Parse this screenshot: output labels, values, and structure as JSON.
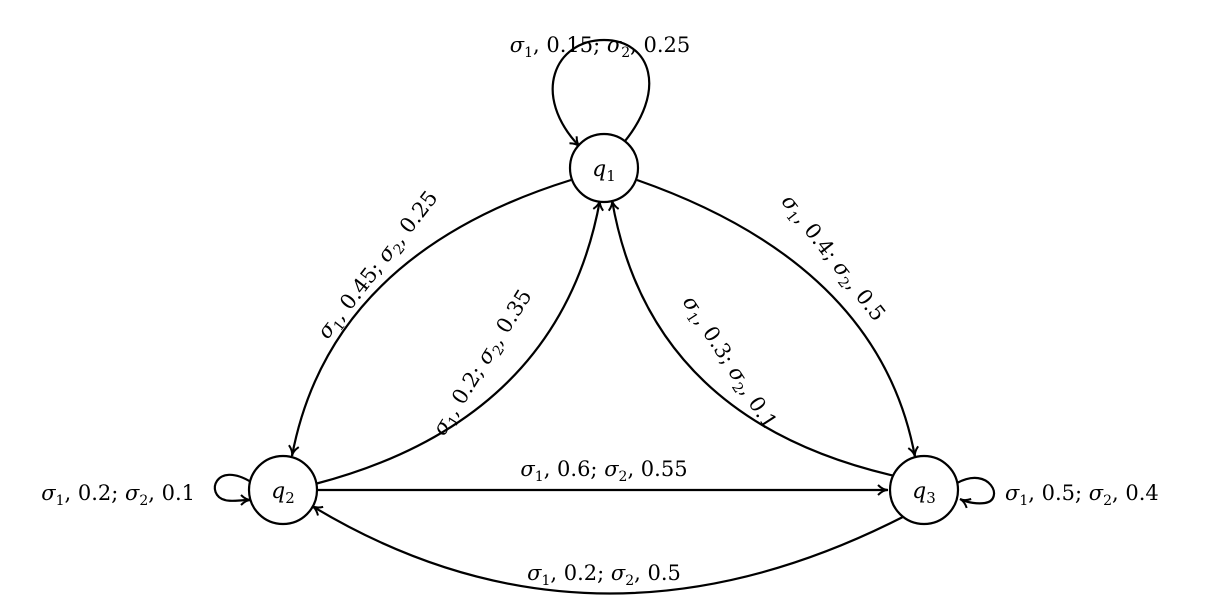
{
  "diagram": {
    "nodes": [
      {
        "id": "q1",
        "base": "q",
        "sub": "1"
      },
      {
        "id": "q2",
        "base": "q",
        "sub": "2"
      },
      {
        "id": "q3",
        "base": "q",
        "sub": "3"
      }
    ],
    "edges": [
      {
        "id": "q1-self",
        "from": "q1",
        "to": "q1",
        "label": "σ1, 0.15; σ2, 0.25"
      },
      {
        "id": "q2-self",
        "from": "q2",
        "to": "q2",
        "label": "σ1, 0.2; σ2, 0.1"
      },
      {
        "id": "q3-self",
        "from": "q3",
        "to": "q3",
        "label": "σ1, 0.5; σ2, 0.4"
      },
      {
        "id": "q1-q2",
        "from": "q1",
        "to": "q2",
        "label": "σ1, 0.45; σ2, 0.25"
      },
      {
        "id": "q2-q1",
        "from": "q2",
        "to": "q1",
        "label": "σ1, 0.2; σ2, 0.35"
      },
      {
        "id": "q3-q1",
        "from": "q3",
        "to": "q1",
        "label": "σ1, 0.3; σ2, 0.1"
      },
      {
        "id": "q1-q3",
        "from": "q1",
        "to": "q3",
        "label": "σ1, 0.4; σ2, 0.5"
      },
      {
        "id": "q2-q3",
        "from": "q2",
        "to": "q3",
        "label": "σ1, 0.6; σ2, 0.55"
      },
      {
        "id": "q3-q2",
        "from": "q3",
        "to": "q2",
        "label": "σ1, 0.2; σ2, 0.5"
      }
    ]
  }
}
